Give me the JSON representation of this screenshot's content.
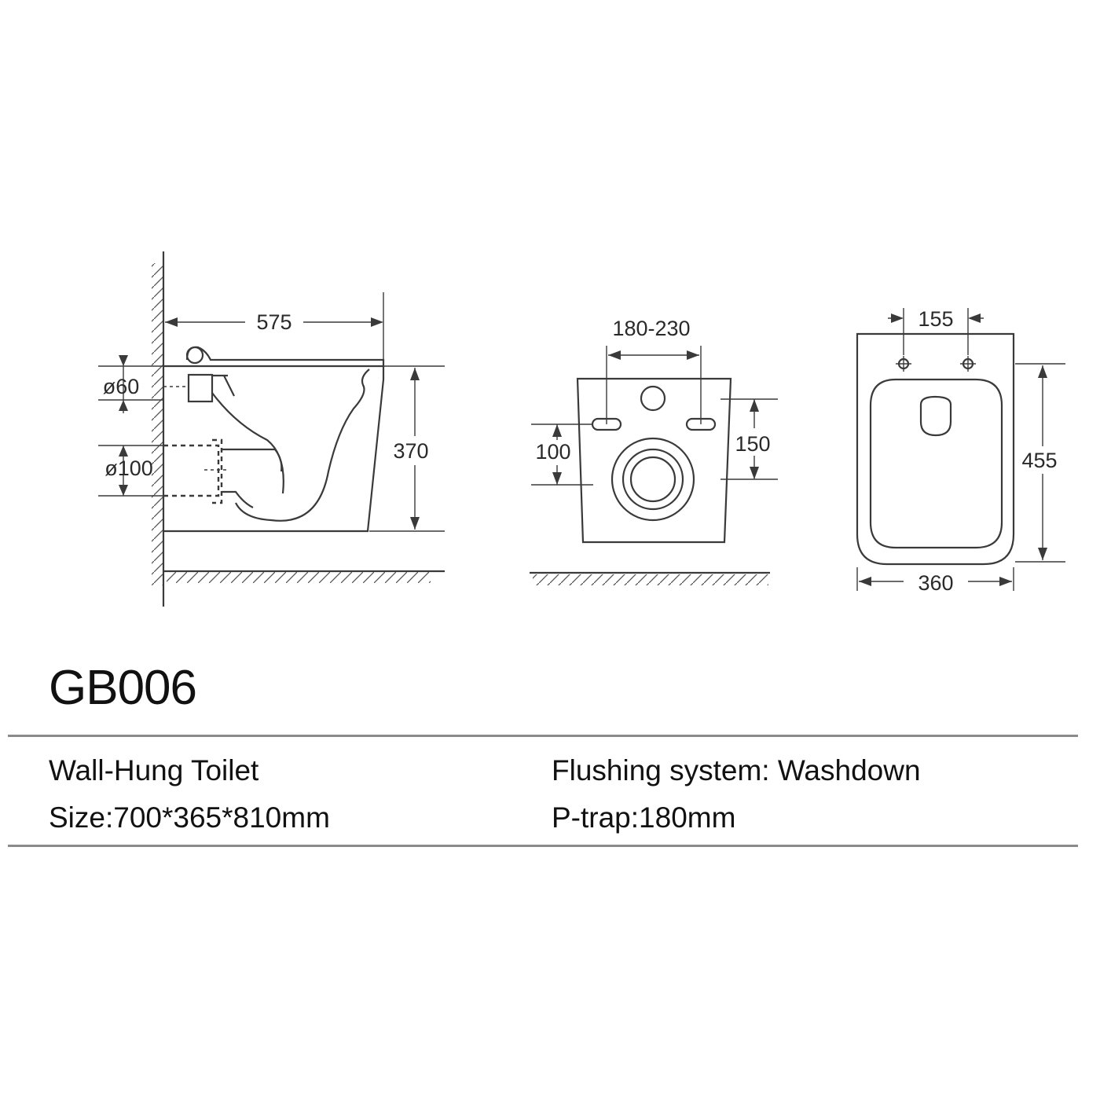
{
  "model": "GB006",
  "side_view": {
    "dims": {
      "length": "575",
      "inlet": "ø60",
      "outlet": "ø100",
      "height": "370"
    }
  },
  "rear_view": {
    "dims": {
      "fixing_span": "180-230",
      "left_height": "100",
      "right_height": "150"
    }
  },
  "top_view": {
    "dims": {
      "hole_span": "155",
      "depth": "455",
      "width": "360"
    }
  },
  "specs": {
    "type": "Wall-Hung Toilet",
    "size": "Size:700*365*810mm",
    "flushing": "Flushing system: Washdown",
    "trap": "P-trap:180mm"
  }
}
